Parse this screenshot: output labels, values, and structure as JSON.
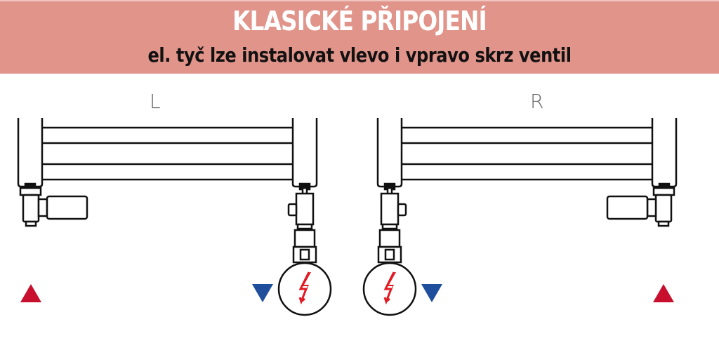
{
  "header": {
    "title": "KLASICKÉ PŘIPOJENÍ",
    "subtitle": "el. tyč lze instalovat vlevo i vpravo skrz ventil",
    "background_color": "#e1948a",
    "title_color": "#ffffff",
    "subtitle_color": "#111111"
  },
  "panels": [
    {
      "label": "L",
      "inlet_arrow": "red-up-triangle",
      "outlet_arrow": "blue-down-triangle",
      "heating_element_side": "right"
    },
    {
      "label": "R",
      "inlet_arrow": "red-up-triangle",
      "outlet_arrow": "blue-down-triangle",
      "heating_element_side": "left"
    }
  ],
  "colors": {
    "line": "#111111",
    "supply_arrow": "#c8102e",
    "return_arrow": "#1f4e9c",
    "lightning": "#e01b24"
  },
  "icons": {
    "heating_element": "lightning-bolt-in-circle",
    "valve": "angle-valve",
    "supply": "red-triangle-up",
    "return": "blue-triangle-down"
  }
}
